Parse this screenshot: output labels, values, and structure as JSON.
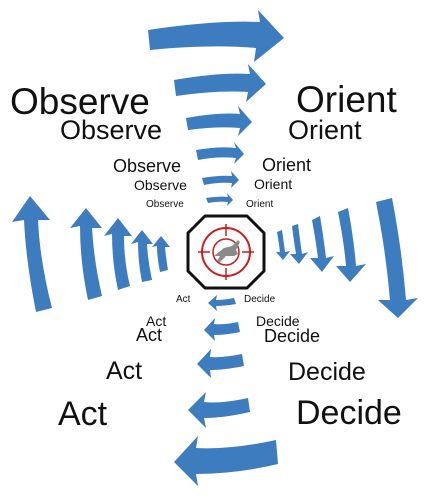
{
  "colors": {
    "arrow": "#3e7cc0",
    "text": "#111111",
    "target_ring": "#d11a1a",
    "octagon_stroke": "#111111",
    "jet": "#8a8a8a"
  },
  "icon": "fighter-jet-target-icon",
  "labels": {
    "observe": [
      "Observe",
      "Observe",
      "Observe",
      "Observe",
      "Observe"
    ],
    "orient": [
      "Orient",
      "Orient",
      "Orient",
      "Orient",
      "Orient"
    ],
    "act": [
      "Act",
      "Act",
      "Act",
      "Act",
      "Act"
    ],
    "decide": [
      "Decide",
      "Decide",
      "Decide",
      "Decide",
      "Decide"
    ]
  }
}
